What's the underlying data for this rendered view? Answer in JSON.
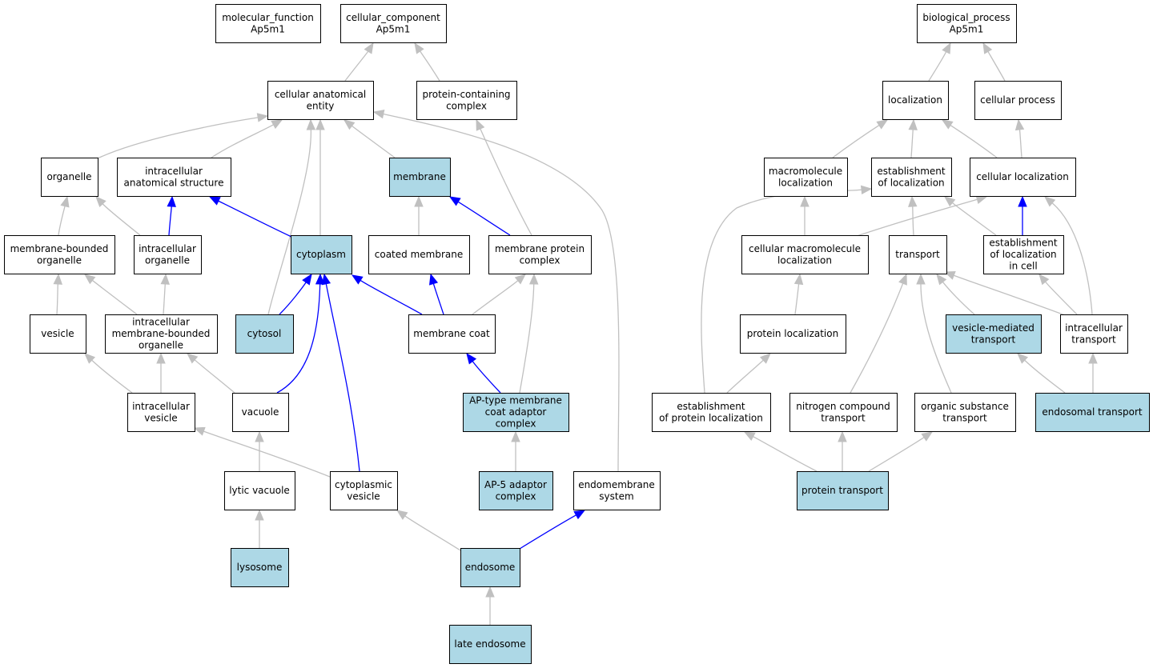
{
  "colors": {
    "highlight": "#add8e6",
    "plain": "#ffffff",
    "edge_grey": "#c0c0c0",
    "edge_blue": "#0000ff"
  },
  "nodes": [
    {
      "id": "molecular_function",
      "lines": [
        "molecular_function",
        "Ap5m1"
      ],
      "highlight": false
    },
    {
      "id": "cellular_component",
      "lines": [
        "cellular_component",
        "Ap5m1"
      ],
      "highlight": false
    },
    {
      "id": "biological_process",
      "lines": [
        "biological_process",
        "Ap5m1"
      ],
      "highlight": false
    },
    {
      "id": "cellular_anatomical_entity",
      "lines": [
        "cellular anatomical",
        "entity"
      ],
      "highlight": false
    },
    {
      "id": "protein_containing_complex",
      "lines": [
        "protein-containing",
        "complex"
      ],
      "highlight": false
    },
    {
      "id": "localization",
      "lines": [
        "localization"
      ],
      "highlight": false
    },
    {
      "id": "cellular_process",
      "lines": [
        "cellular process"
      ],
      "highlight": false
    },
    {
      "id": "organelle",
      "lines": [
        "organelle"
      ],
      "highlight": false
    },
    {
      "id": "intracellular_anatomical_structure",
      "lines": [
        "intracellular",
        "anatomical structure"
      ],
      "highlight": false
    },
    {
      "id": "membrane",
      "lines": [
        "membrane"
      ],
      "highlight": true
    },
    {
      "id": "macromolecule_localization",
      "lines": [
        "macromolecule",
        "localization"
      ],
      "highlight": false
    },
    {
      "id": "establishment_of_localization",
      "lines": [
        "establishment",
        "of localization"
      ],
      "highlight": false
    },
    {
      "id": "cellular_localization",
      "lines": [
        "cellular localization"
      ],
      "highlight": false
    },
    {
      "id": "membrane_bounded_organelle",
      "lines": [
        "membrane-bounded",
        "organelle"
      ],
      "highlight": false
    },
    {
      "id": "intracellular_organelle",
      "lines": [
        "intracellular",
        "organelle"
      ],
      "highlight": false
    },
    {
      "id": "cytoplasm",
      "lines": [
        "cytoplasm"
      ],
      "highlight": true
    },
    {
      "id": "coated_membrane",
      "lines": [
        "coated membrane"
      ],
      "highlight": false
    },
    {
      "id": "membrane_protein_complex",
      "lines": [
        "membrane protein",
        "complex"
      ],
      "highlight": false
    },
    {
      "id": "cellular_macromolecule_localization",
      "lines": [
        "cellular macromolecule",
        "localization"
      ],
      "highlight": false
    },
    {
      "id": "transport",
      "lines": [
        "transport"
      ],
      "highlight": false
    },
    {
      "id": "establishment_of_localization_in_cell",
      "lines": [
        "establishment",
        "of localization",
        "in cell"
      ],
      "highlight": false
    },
    {
      "id": "vesicle",
      "lines": [
        "vesicle"
      ],
      "highlight": false
    },
    {
      "id": "intracellular_membrane_bounded_organelle",
      "lines": [
        "intracellular",
        "membrane-bounded",
        "organelle"
      ],
      "highlight": false
    },
    {
      "id": "cytosol",
      "lines": [
        "cytosol"
      ],
      "highlight": true
    },
    {
      "id": "membrane_coat",
      "lines": [
        "membrane coat"
      ],
      "highlight": false
    },
    {
      "id": "protein_localization",
      "lines": [
        "protein localization"
      ],
      "highlight": false
    },
    {
      "id": "vesicle_mediated_transport",
      "lines": [
        "vesicle-mediated",
        "transport"
      ],
      "highlight": true
    },
    {
      "id": "intracellular_transport",
      "lines": [
        "intracellular",
        "transport"
      ],
      "highlight": false
    },
    {
      "id": "intracellular_vesicle",
      "lines": [
        "intracellular",
        "vesicle"
      ],
      "highlight": false
    },
    {
      "id": "vacuole",
      "lines": [
        "vacuole"
      ],
      "highlight": false
    },
    {
      "id": "ap_type_membrane_coat_adaptor_complex",
      "lines": [
        "AP-type membrane",
        "coat adaptor",
        "complex"
      ],
      "highlight": true
    },
    {
      "id": "establishment_of_protein_localization",
      "lines": [
        "establishment",
        "of protein localization"
      ],
      "highlight": false
    },
    {
      "id": "nitrogen_compound_transport",
      "lines": [
        "nitrogen compound",
        "transport"
      ],
      "highlight": false
    },
    {
      "id": "organic_substance_transport",
      "lines": [
        "organic substance",
        "transport"
      ],
      "highlight": false
    },
    {
      "id": "endosomal_transport",
      "lines": [
        "endosomal transport"
      ],
      "highlight": true
    },
    {
      "id": "lytic_vacuole",
      "lines": [
        "lytic vacuole"
      ],
      "highlight": false
    },
    {
      "id": "cytoplasmic_vesicle",
      "lines": [
        "cytoplasmic",
        "vesicle"
      ],
      "highlight": false
    },
    {
      "id": "ap_5_adaptor_complex",
      "lines": [
        "AP-5 adaptor",
        "complex"
      ],
      "highlight": true
    },
    {
      "id": "endomembrane_system",
      "lines": [
        "endomembrane",
        "system"
      ],
      "highlight": false
    },
    {
      "id": "protein_transport",
      "lines": [
        "protein transport"
      ],
      "highlight": true
    },
    {
      "id": "lysosome",
      "lines": [
        "lysosome"
      ],
      "highlight": true
    },
    {
      "id": "endosome",
      "lines": [
        "endosome"
      ],
      "highlight": true
    },
    {
      "id": "late_endosome",
      "lines": [
        "late endosome"
      ],
      "highlight": true
    }
  ],
  "edges": [
    {
      "from": "cellular_anatomical_entity",
      "to": "cellular_component",
      "type": "is_a"
    },
    {
      "from": "protein_containing_complex",
      "to": "cellular_component",
      "type": "is_a"
    },
    {
      "from": "localization",
      "to": "biological_process",
      "type": "is_a"
    },
    {
      "from": "cellular_process",
      "to": "biological_process",
      "type": "is_a"
    },
    {
      "from": "organelle",
      "to": "cellular_anatomical_entity",
      "type": "is_a"
    },
    {
      "from": "intracellular_anatomical_structure",
      "to": "cellular_anatomical_entity",
      "type": "is_a"
    },
    {
      "from": "membrane",
      "to": "cellular_anatomical_entity",
      "type": "is_a"
    },
    {
      "from": "cytoplasm",
      "to": "cellular_anatomical_entity",
      "type": "is_a"
    },
    {
      "from": "cytosol",
      "to": "cellular_anatomical_entity",
      "type": "is_a"
    },
    {
      "from": "endomembrane_system",
      "to": "cellular_anatomical_entity",
      "type": "is_a"
    },
    {
      "from": "membrane_protein_complex",
      "to": "protein_containing_complex",
      "type": "is_a"
    },
    {
      "from": "membrane_bounded_organelle",
      "to": "organelle",
      "type": "is_a"
    },
    {
      "from": "intracellular_organelle",
      "to": "organelle",
      "type": "is_a"
    },
    {
      "from": "intracellular_organelle",
      "to": "intracellular_anatomical_structure",
      "type": "part_of"
    },
    {
      "from": "cytoplasm",
      "to": "intracellular_anatomical_structure",
      "type": "part_of"
    },
    {
      "from": "coated_membrane",
      "to": "membrane",
      "type": "is_a"
    },
    {
      "from": "membrane_protein_complex",
      "to": "membrane",
      "type": "part_of"
    },
    {
      "from": "vesicle",
      "to": "membrane_bounded_organelle",
      "type": "is_a"
    },
    {
      "from": "intracellular_membrane_bounded_organelle",
      "to": "membrane_bounded_organelle",
      "type": "is_a"
    },
    {
      "from": "intracellular_membrane_bounded_organelle",
      "to": "intracellular_organelle",
      "type": "is_a"
    },
    {
      "from": "cytosol",
      "to": "cytoplasm",
      "type": "part_of"
    },
    {
      "from": "vacuole",
      "to": "cytoplasm",
      "type": "part_of"
    },
    {
      "from": "cytoplasmic_vesicle",
      "to": "cytoplasm",
      "type": "part_of"
    },
    {
      "from": "membrane_coat",
      "to": "cytoplasm",
      "type": "part_of"
    },
    {
      "from": "membrane_coat",
      "to": "coated_membrane",
      "type": "part_of"
    },
    {
      "from": "membrane_coat",
      "to": "membrane_protein_complex",
      "type": "is_a"
    },
    {
      "from": "ap_type_membrane_coat_adaptor_complex",
      "to": "membrane_protein_complex",
      "type": "is_a"
    },
    {
      "from": "ap_type_membrane_coat_adaptor_complex",
      "to": "membrane_coat",
      "type": "part_of"
    },
    {
      "from": "intracellular_vesicle",
      "to": "vesicle",
      "type": "is_a"
    },
    {
      "from": "intracellular_vesicle",
      "to": "intracellular_membrane_bounded_organelle",
      "type": "is_a"
    },
    {
      "from": "vacuole",
      "to": "intracellular_membrane_bounded_organelle",
      "type": "is_a"
    },
    {
      "from": "lytic_vacuole",
      "to": "vacuole",
      "type": "is_a"
    },
    {
      "from": "cytoplasmic_vesicle",
      "to": "intracellular_vesicle",
      "type": "is_a"
    },
    {
      "from": "ap_5_adaptor_complex",
      "to": "ap_type_membrane_coat_adaptor_complex",
      "type": "is_a"
    },
    {
      "from": "lysosome",
      "to": "lytic_vacuole",
      "type": "is_a"
    },
    {
      "from": "endosome",
      "to": "cytoplasmic_vesicle",
      "type": "is_a"
    },
    {
      "from": "endosome",
      "to": "endomembrane_system",
      "type": "part_of"
    },
    {
      "from": "late_endosome",
      "to": "endosome",
      "type": "is_a"
    },
    {
      "from": "macromolecule_localization",
      "to": "localization",
      "type": "is_a"
    },
    {
      "from": "establishment_of_localization",
      "to": "localization",
      "type": "is_a"
    },
    {
      "from": "cellular_localization",
      "to": "localization",
      "type": "is_a"
    },
    {
      "from": "cellular_localization",
      "to": "cellular_process",
      "type": "is_a"
    },
    {
      "from": "cellular_macromolecule_localization",
      "to": "macromolecule_localization",
      "type": "is_a"
    },
    {
      "from": "cellular_macromolecule_localization",
      "to": "cellular_localization",
      "type": "is_a"
    },
    {
      "from": "transport",
      "to": "establishment_of_localization",
      "type": "is_a"
    },
    {
      "from": "establishment_of_localization_in_cell",
      "to": "establishment_of_localization",
      "type": "is_a"
    },
    {
      "from": "establishment_of_localization_in_cell",
      "to": "cellular_localization",
      "type": "part_of"
    },
    {
      "from": "establishment_of_protein_localization",
      "to": "establishment_of_localization",
      "type": "is_a"
    },
    {
      "from": "intracellular_transport",
      "to": "cellular_localization",
      "type": "is_a"
    },
    {
      "from": "protein_localization",
      "to": "cellular_macromolecule_localization",
      "type": "is_a"
    },
    {
      "from": "vesicle_mediated_transport",
      "to": "transport",
      "type": "is_a"
    },
    {
      "from": "intracellular_transport",
      "to": "transport",
      "type": "is_a"
    },
    {
      "from": "intracellular_transport",
      "to": "establishment_of_localization_in_cell",
      "type": "is_a"
    },
    {
      "from": "nitrogen_compound_transport",
      "to": "transport",
      "type": "is_a"
    },
    {
      "from": "organic_substance_transport",
      "to": "transport",
      "type": "is_a"
    },
    {
      "from": "establishment_of_protein_localization",
      "to": "protein_localization",
      "type": "is_a"
    },
    {
      "from": "endosomal_transport",
      "to": "vesicle_mediated_transport",
      "type": "is_a"
    },
    {
      "from": "endosomal_transport",
      "to": "intracellular_transport",
      "type": "is_a"
    },
    {
      "from": "protein_transport",
      "to": "establishment_of_protein_localization",
      "type": "is_a"
    },
    {
      "from": "protein_transport",
      "to": "nitrogen_compound_transport",
      "type": "is_a"
    },
    {
      "from": "protein_transport",
      "to": "organic_substance_transport",
      "type": "is_a"
    }
  ]
}
